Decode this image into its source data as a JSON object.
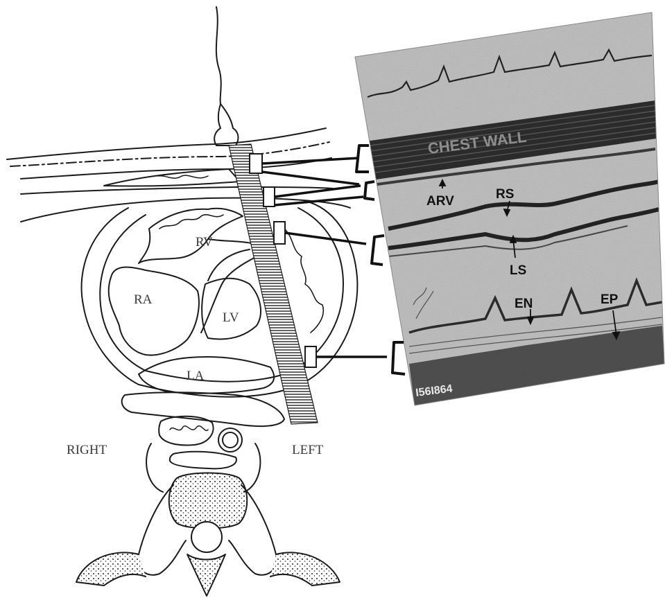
{
  "anatomy_labels": {
    "rv": "RV",
    "ra": "RA",
    "lv": "LV",
    "la": "LA",
    "right": "RIGHT",
    "left": "LEFT"
  },
  "echo_labels": {
    "chest_wall": "CHEST WALL",
    "arv": "ARV",
    "rs": "RS",
    "ls": "LS",
    "en": "EN",
    "ep": "EP",
    "id": "I56I864"
  },
  "colors": {
    "ink": "#1a1a1a",
    "echo_background": "#b9b9b9",
    "echo_dark": "#2b2b2b"
  }
}
